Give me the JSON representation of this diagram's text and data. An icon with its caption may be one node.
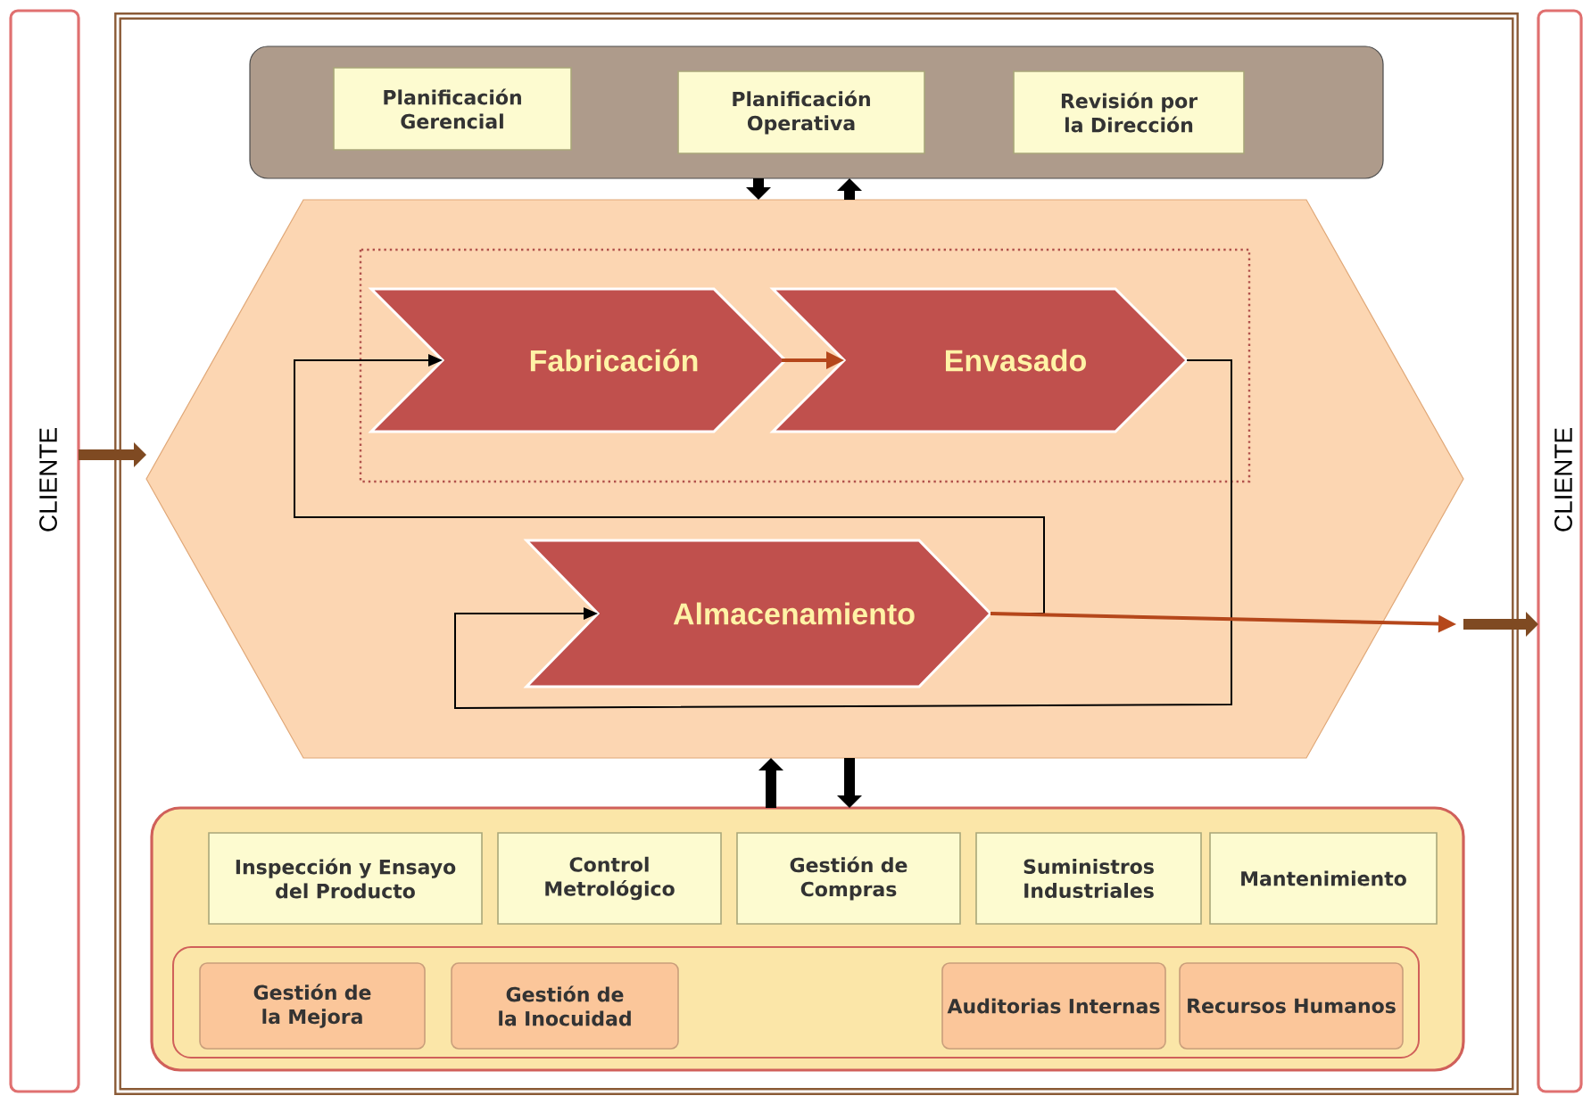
{
  "diagram": {
    "nodes": [
      {
        "text": [
          "CLIENTE"
        ]
      },
      {
        "text": [],
        "shape": "box"
      },
      {
        "text": [],
        "shape": "box",
        "in": 1
      },
      {
        "text": [
          "Planificación Gerencial"
        ],
        "in": 2
      },
      {
        "text": [
          "Planificación Operativa"
        ],
        "in": 2
      },
      {
        "text": [
          "Revisión por la Dirección"
        ],
        "in": 2
      },
      {
        "text": [],
        "shape": "hexagon",
        "in": 1
      },
      {
        "text": [],
        "shape": "box",
        "in": 6
      },
      {
        "text": [
          "Fabricación"
        ],
        "in": 7
      },
      {
        "text": [
          "Envasado"
        ],
        "in": 7
      },
      {
        "text": [
          "Almacenamiento"
        ],
        "in": 6
      },
      {
        "text": [],
        "shape": "box",
        "in": 1
      },
      {
        "text": [
          "Inspección y Ensayo del Producto"
        ],
        "in": 11
      },
      {
        "text": [
          "Control Metrológico"
        ],
        "in": 11
      },
      {
        "text": [
          "Gestión de Compras"
        ],
        "in": 11
      },
      {
        "text": [
          "Suministros Industriales"
        ],
        "in": 11
      },
      {
        "text": [
          "Mantenimiento"
        ],
        "in": 11
      },
      {
        "text": [],
        "shape": "box",
        "in": 11
      },
      {
        "text": [
          "Gestión de la Mejora"
        ],
        "in": 17
      },
      {
        "text": [
          "Gestión de la Inocuidad"
        ],
        "in": 17
      },
      {
        "text": [
          "Auditorias Internas"
        ],
        "in": 17
      },
      {
        "text": [
          "Recursos Humanos"
        ],
        "in": 17
      },
      {
        "text": [
          "CLIENTE"
        ]
      }
    ],
    "edges": [
      {
        "from": 0,
        "to": 6,
        "arrow": "to",
        "color": "#7f4a22"
      },
      {
        "from": 2,
        "to": 6,
        "arrow": "to"
      },
      {
        "from": 6,
        "to": 2,
        "arrow": "to"
      },
      {
        "from": 8,
        "to": 9,
        "arrow": "to",
        "color": "#b5471b"
      },
      {
        "from": 9,
        "to": 10,
        "arrow": "to"
      },
      {
        "from": 10,
        "to": 8,
        "arrow": "to"
      },
      {
        "from": 10,
        "to": null,
        "arrow": "to",
        "color": "#b5471b"
      },
      {
        "from": null,
        "to": 22,
        "arrow": "to",
        "color": "#7f4a22"
      },
      {
        "from": 11,
        "to": 6,
        "arrow": "to"
      },
      {
        "from": 6,
        "to": 11,
        "arrow": "to"
      }
    ]
  }
}
